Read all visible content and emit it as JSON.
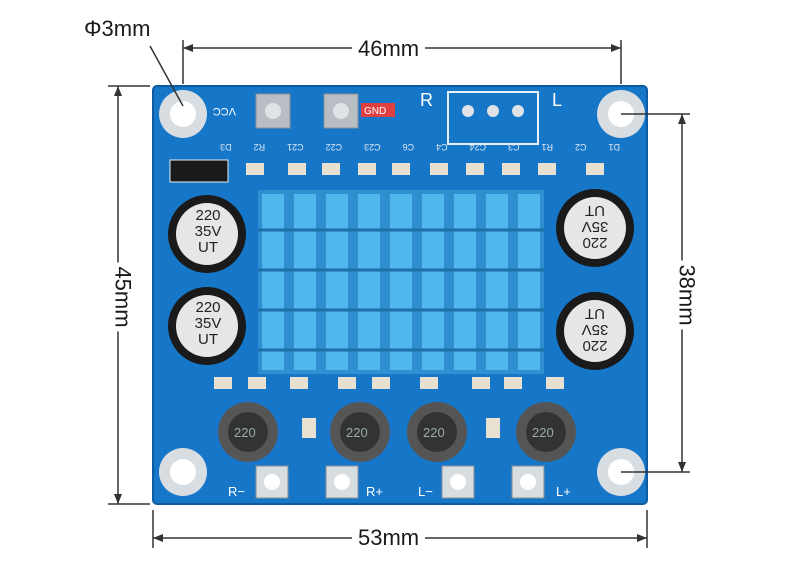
{
  "dimensions": {
    "hole_diameter": "Φ3mm",
    "top_width": "46mm",
    "bottom_width": "53mm",
    "left_height": "45mm",
    "right_height": "38mm"
  },
  "board": {
    "pcb_color": "#1677c9",
    "heatsink_color": "#3aa3e0",
    "vcc_label": "VCC",
    "gnd_label": "GND",
    "r_label": "R",
    "l_label": "L",
    "terminals": [
      "R−",
      "R+",
      "L−",
      "L+"
    ],
    "capacitor_text": [
      "220",
      "35V",
      "UT"
    ],
    "inductor_text": "220",
    "silkscreen": [
      "D1",
      "C2",
      "R1",
      "C3",
      "C24",
      "C4",
      "C6",
      "C23",
      "C22",
      "C21",
      "R2",
      "D3"
    ]
  }
}
